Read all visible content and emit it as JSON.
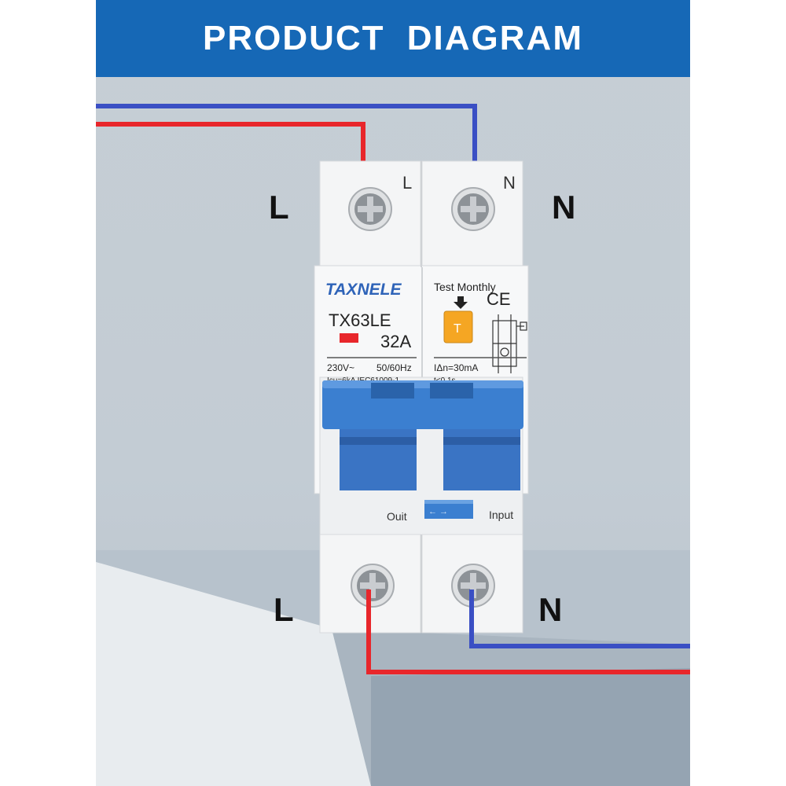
{
  "header": {
    "title": "PRODUCT DIAGRAM"
  },
  "labels": {
    "top_left": "L",
    "top_right": "N",
    "bottom_left": "L",
    "bottom_right": "N"
  },
  "breaker": {
    "terminal_top_left": "L",
    "terminal_top_right": "N",
    "brand": "TAXNELE",
    "model": "TX63LE",
    "rating": "32A",
    "voltage": "230V~",
    "frequency": "50/60Hz",
    "standard": "Icu=6kA IEC61009-1",
    "test_label": "Test Monthly",
    "test_button": "T",
    "ce_mark": "CE",
    "residual_current": "IΔn=30mA",
    "trip_time": "t<0.1s",
    "out_label": "Ouit",
    "in_label": "Input"
  },
  "colors": {
    "header_bg": "#1668b6",
    "live_wire": "#e8262b",
    "neutral_wire": "#3a4fc4",
    "breaker_handle": "#3b7fd0",
    "test_button": "#f5a623"
  }
}
